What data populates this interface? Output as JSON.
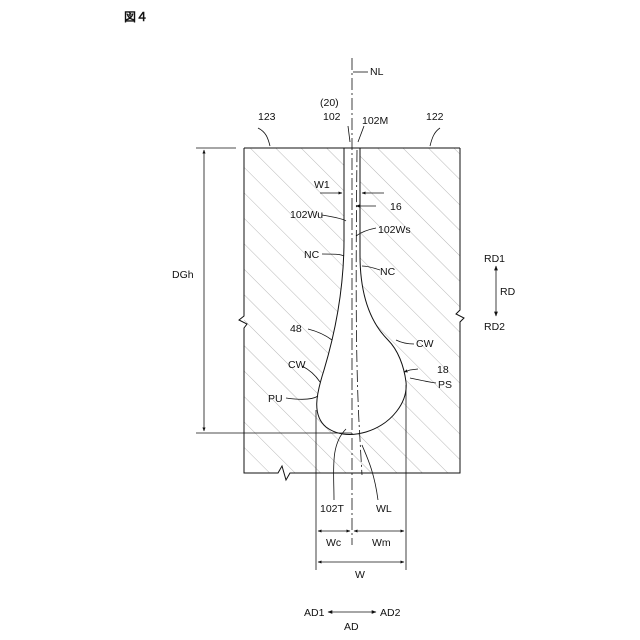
{
  "figure": {
    "title": "図４",
    "labels": {
      "NL": "NL",
      "p20": "(20)",
      "p102": "102",
      "p102M": "102M",
      "p123": "123",
      "p122": "122",
      "W1": "W1",
      "p16": "16",
      "p102Wu": "102Wu",
      "p102Ws": "102Ws",
      "NC_left": "NC",
      "NC_right": "NC",
      "DGh": "DGh",
      "p48": "48",
      "CW_left": "CW",
      "CW_right": "CW",
      "p18": "18",
      "PU": "PU",
      "PS": "PS",
      "p102T": "102T",
      "WL": "WL",
      "Wc": "Wc",
      "Wm": "Wm",
      "W": "W",
      "RD1": "RD1",
      "RD": "RD",
      "RD2": "RD2",
      "AD1": "AD1",
      "AD2": "AD2",
      "AD": "AD"
    },
    "colors": {
      "line": "#111111",
      "hatch": "#888888",
      "background": "#ffffff"
    }
  }
}
